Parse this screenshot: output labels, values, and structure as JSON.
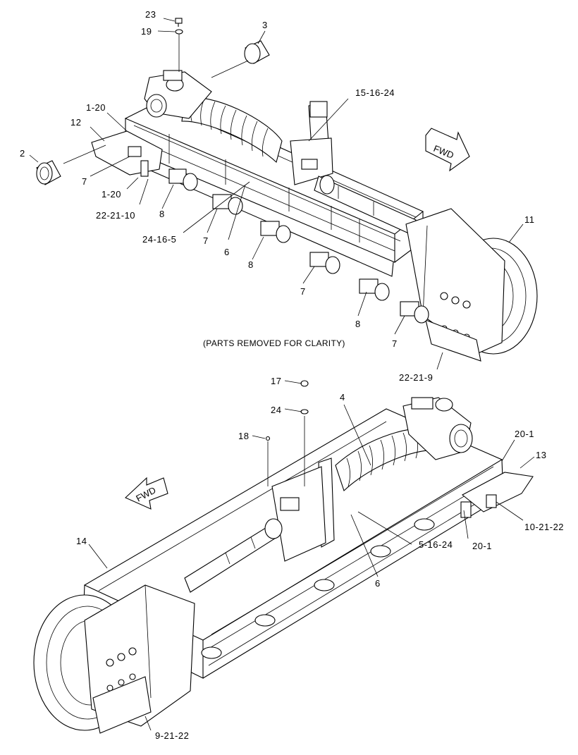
{
  "diagram": {
    "note": "(PARTS REMOVED FOR CLARITY)",
    "fwd_label": "FWD",
    "callouts": {
      "c23": "23",
      "c19": "19",
      "c3": "3",
      "c1520": "1-20",
      "c12": "12",
      "c2": "2",
      "c7a": "7",
      "c1520b": "1-20",
      "c222110": "22-21-10",
      "c8a": "8",
      "c24165": "24-16-5",
      "c7b": "7",
      "c6a": "6",
      "c8b": "8",
      "c7c": "7",
      "c8c": "8",
      "c7d": "7",
      "c151624": "15-16-24",
      "c11": "11",
      "c22219": "22-21-9",
      "c17": "17",
      "c24": "24",
      "c18": "18",
      "c4": "4",
      "c201a": "20-1",
      "c13": "13",
      "c102122": "10-21-22",
      "c201b": "20-1",
      "c51624": "5-16-24",
      "c6b": "6",
      "c14": "14",
      "c92122": "9-21-22"
    },
    "views": [
      {
        "name": "upper-track-frame-view"
      },
      {
        "name": "lower-track-frame-view"
      }
    ]
  }
}
